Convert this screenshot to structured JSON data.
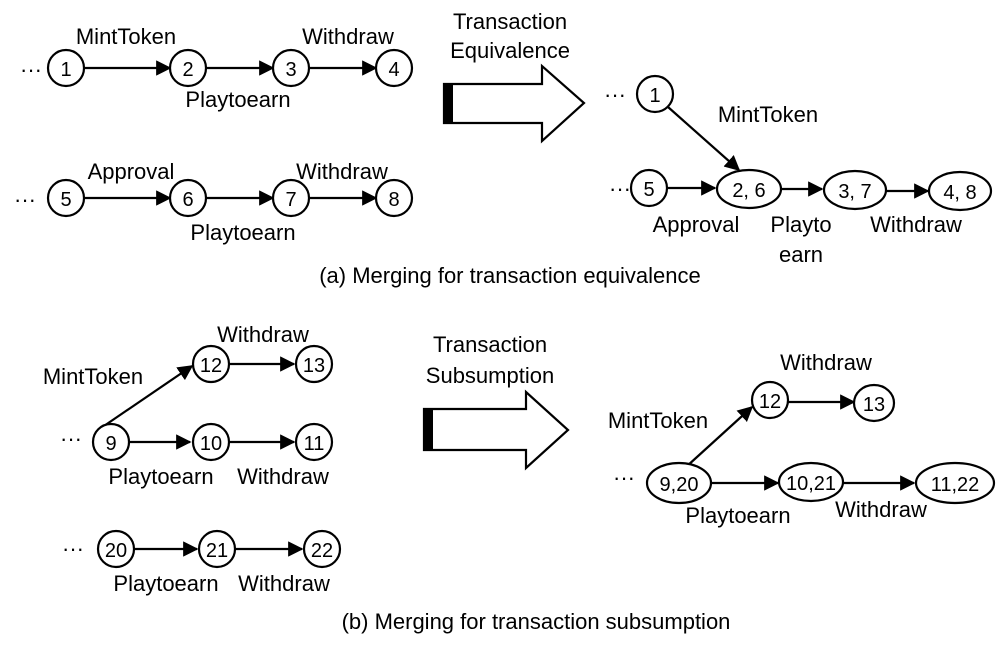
{
  "nodes": {
    "n1": "1",
    "n2": "2",
    "n3": "3",
    "n4": "4",
    "n5": "5",
    "n6": "6",
    "n7": "7",
    "n8": "8",
    "m1": "1",
    "m5": "5",
    "m26": "2, 6",
    "m37": "3, 7",
    "m48": "4, 8",
    "n9": "9",
    "n10": "10",
    "n11": "11",
    "n12": "12",
    "n13": "13",
    "n20": "20",
    "n21": "21",
    "n22": "22",
    "s12": "12",
    "s13": "13",
    "s920": "9,20",
    "s1021": "10,21",
    "s1122": "11,22"
  },
  "edge_labels": {
    "a_mint": "MintToken",
    "a_play1": "Playtoearn",
    "a_with1": "Withdraw",
    "a_approval": "Approval",
    "a_play2": "Playtoearn",
    "a_with2": "Withdraw",
    "ar_mint": "MintToken",
    "ar_approval": "Approval",
    "ar_play_1": "Playto",
    "ar_play_2": "earn",
    "ar_with": "Withdraw",
    "b_mint": "MintToken",
    "b_with_top": "Withdraw",
    "b_play": "Playtoearn",
    "b_with_mid": "Withdraw",
    "b_play2": "Playtoearn",
    "b_with2": "Withdraw",
    "br_with_top": "Withdraw",
    "br_mint": "MintToken",
    "br_play": "Playtoearn",
    "br_with": "Withdraw"
  },
  "ellipsis": "···",
  "arrows": {
    "a_line1": "Transaction",
    "a_line2": "Equivalence",
    "b_line1": "Transaction",
    "b_line2": "Subsumption"
  },
  "captions": {
    "a": "(a) Merging for transaction equivalence",
    "b": "(b) Merging for transaction subsumption"
  }
}
